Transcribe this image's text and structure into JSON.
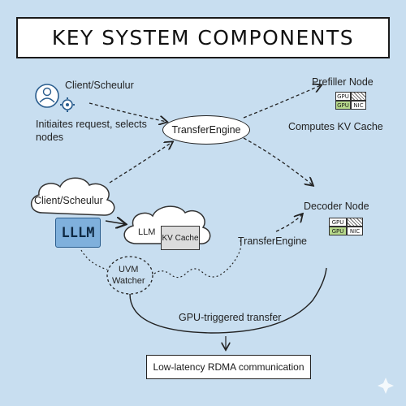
{
  "title": "KEY SYSTEM COMPONENTS",
  "client_top": {
    "label": "Client/Scheulur",
    "description": "Initiaites request, selects nodes",
    "icon": "user-gear-icon"
  },
  "transfer_engine": {
    "label": "TransferEngine"
  },
  "prefill_node": {
    "label": "Prefiller Node",
    "description": "Computes KV Cache",
    "chips": [
      "GPU",
      "GPU",
      "NIC"
    ]
  },
  "decoder_node": {
    "label": "Decoder Node",
    "chips": [
      "GPU",
      "GPU",
      "NIC"
    ]
  },
  "client_cloud": {
    "label": "Client/Scheulur",
    "llm": "LLLM"
  },
  "kv_cloud": {
    "llm": "LLM",
    "kv_cache": "KV Cache"
  },
  "transfer_engine_path_label": "TransferEngine",
  "uvm_watcher": {
    "line1": "UVM",
    "line2": "Watcher"
  },
  "gpu_transfer_label": "GPU-triggered transfer",
  "rdma": {
    "label": "Low-latency RDMA communication"
  },
  "colors": {
    "background": "#c8def0",
    "gpu_chip": "#b7d98c",
    "llm_box": "#7fb0dc"
  }
}
